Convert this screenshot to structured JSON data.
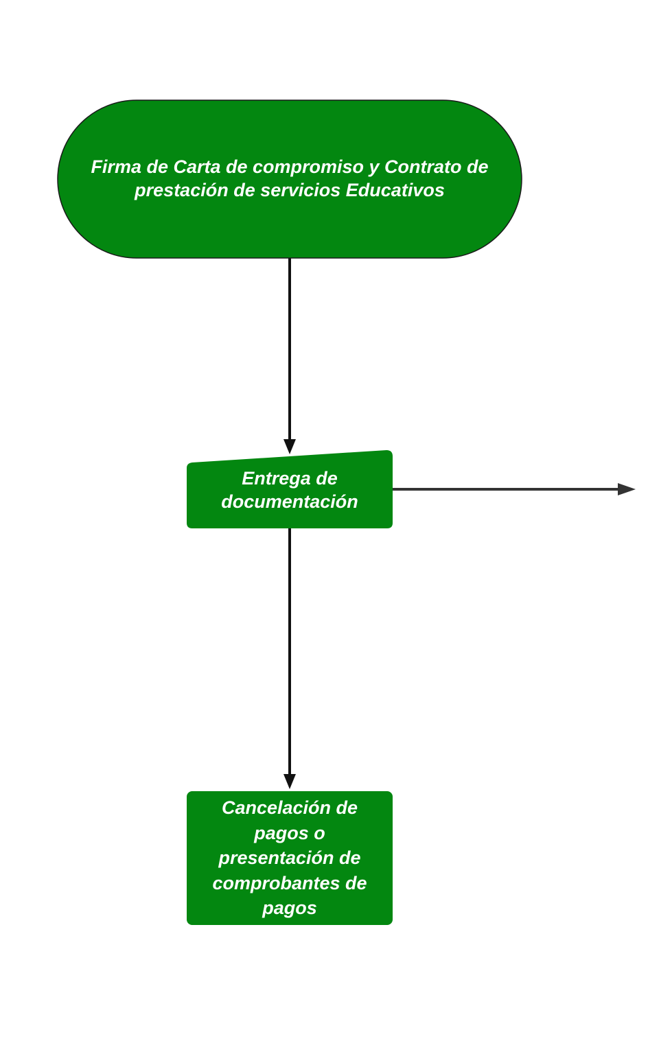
{
  "diagram": {
    "type": "flowchart",
    "colors": {
      "node_fill": "#038710",
      "node_stroke": "#1a1a1a",
      "text": "#ffffff",
      "connector": "#111111",
      "connector_secondary": "#333333"
    },
    "nodes": {
      "start": {
        "shape": "terminator",
        "lines": [
          "Firma de Carta de compromiso y Contrato de",
          "prestación de servicios Educativos"
        ]
      },
      "entrega": {
        "shape": "manual-input",
        "lines": [
          "Entrega de",
          "documentación"
        ]
      },
      "pagos": {
        "shape": "process",
        "lines": [
          "Cancelación de",
          "pagos o",
          "presentación de",
          "comprobantes de",
          "pagos"
        ]
      }
    },
    "edges": [
      {
        "from": "start",
        "to": "entrega"
      },
      {
        "from": "entrega",
        "to": "pagos"
      },
      {
        "from": "entrega",
        "to": "off-page-right"
      }
    ]
  }
}
